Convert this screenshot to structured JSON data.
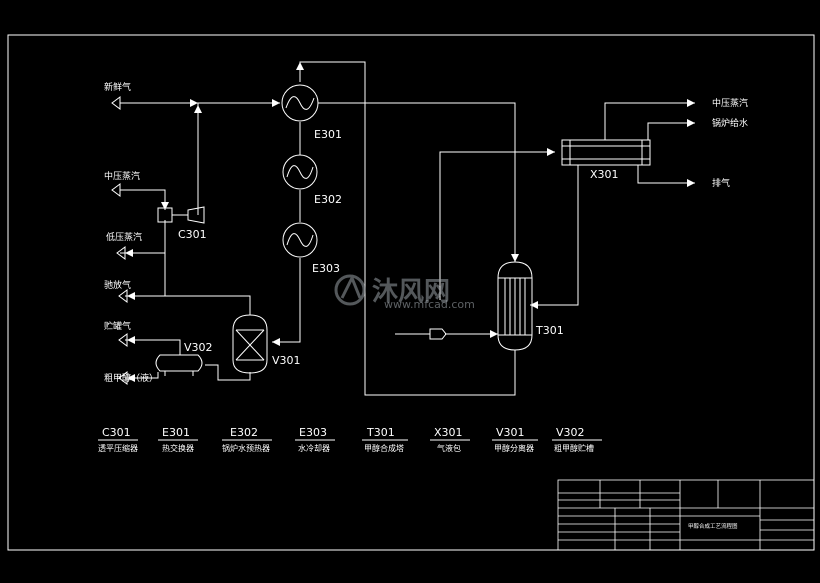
{
  "streams_left": {
    "fresh_gas": "新鲜气",
    "mp_steam": "中压蒸汽",
    "lp_steam": "低压蒸汽",
    "purge_gas": "驰放气",
    "storage_gas": "贮罐气",
    "crude_methanol": "粗甲醇（液）"
  },
  "streams_right": {
    "mp_steam": "中压蒸汽",
    "boiler_feed": "锅炉给水",
    "exhaust": "排气"
  },
  "equipment_tags": {
    "e301": "E301",
    "e302": "E302",
    "e303": "E303",
    "c301": "C301",
    "v301": "V301",
    "v302": "V302",
    "t301": "T301",
    "x301": "X301"
  },
  "legend": [
    {
      "code": "C301",
      "name": "透平压缩器"
    },
    {
      "code": "E301",
      "name": "热交换器"
    },
    {
      "code": "E302",
      "name": "锅炉水预热器"
    },
    {
      "code": "E303",
      "name": "水冷却器"
    },
    {
      "code": "T301",
      "name": "甲醇合成塔"
    },
    {
      "code": "X301",
      "name": "气液包"
    },
    {
      "code": "V301",
      "name": "甲醇分离器"
    },
    {
      "code": "V302",
      "name": "粗甲醇贮槽"
    }
  ],
  "watermark": {
    "brand": "沐风网",
    "url": "www.mfcad.com"
  },
  "title_block": {
    "drawing_title": "甲醇合成工艺流程图"
  }
}
